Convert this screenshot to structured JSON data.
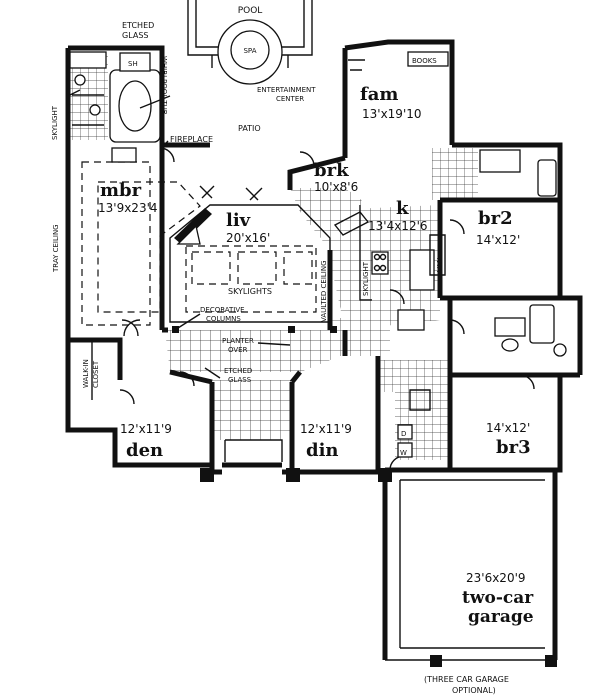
{
  "rooms": {
    "mbr": {
      "name": "mbr",
      "dims": "13'9x23'4"
    },
    "liv": {
      "name": "liv",
      "dims": "20'x16'"
    },
    "fam": {
      "name": "fam",
      "dims": "13'x19'10"
    },
    "brk": {
      "name": "brk",
      "dims": "10'x8'6"
    },
    "k": {
      "name": "k",
      "dims": "13'4x12'6"
    },
    "br2": {
      "name": "br2",
      "dims": "14'x12'"
    },
    "br3": {
      "name": "br3",
      "dims": "14'x12'"
    },
    "den": {
      "name": "den",
      "dims": "12'x11'9"
    },
    "din": {
      "name": "din",
      "dims": "12'x11'9"
    },
    "garage": {
      "dims": "23'6x20'9",
      "name_line1": "two-car",
      "name_line2": "garage"
    }
  },
  "labels": {
    "pool": "POOL",
    "spa": "SPA",
    "etched_glass_top_1": "ETCHED",
    "etched_glass_top_2": "GLASS",
    "sh": "SH",
    "whirlpool_tub": "WHIRLPOOL TUB",
    "skylight_left": "SKYLIGHT",
    "fireplace": "FIREPLACE",
    "patio": "PATIO",
    "entertainment_1": "ENTERTAINMENT",
    "entertainment_2": "CENTER",
    "books": "BOOKS",
    "tray_ceiling": "TRAY CEILING",
    "skylights": "SKYLIGHTS",
    "vaulted_ceiling": "VAULTED CEILING",
    "skylight_kitchen": "SKYLIGHT",
    "van": "VAN",
    "decorative_1": "DECORATIVE",
    "decorative_2": "COLUMNS",
    "planter_1": "PLANTER",
    "planter_2": "OVER",
    "etched_glass_1": "ETCHED",
    "etched_glass_2": "GLASS",
    "walkin_1": "WALK-IN",
    "walkin_2": "CLOSET",
    "washer": "W",
    "dryer": "D",
    "three_car_1": "(THREE CAR GARAGE",
    "three_car_2": "OPTIONAL)"
  }
}
